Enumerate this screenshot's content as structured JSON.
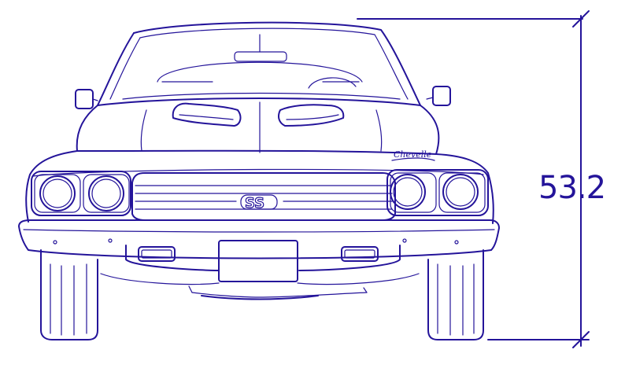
{
  "drawing": {
    "dimension_label": "53.2",
    "badge_label": "SS",
    "script_label": "Chevelle"
  },
  "colors": {
    "ink": "#24149a",
    "background": "#ffffff"
  }
}
